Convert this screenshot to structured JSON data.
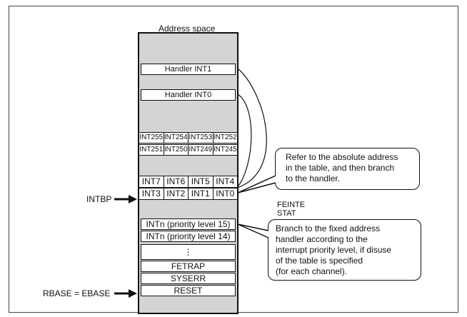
{
  "title": "Address space",
  "handlers": {
    "int1": "Handler INT1",
    "int0": "Handler INT0"
  },
  "grid_top": [
    [
      "INT255",
      "INT254",
      "INT253",
      "INT252"
    ],
    [
      "INT251",
      "INT250",
      "INT249",
      "INT245"
    ]
  ],
  "grid_bottom": [
    [
      "INT7",
      "INT6",
      "INT5",
      "INT4"
    ],
    [
      "INT3",
      "INT2",
      "INT1",
      "INT0"
    ]
  ],
  "priority_rows": [
    "INTn (priority level 15)",
    "INTn (priority level 14)",
    "⋮",
    "FETRAP",
    "SYSERR",
    "RESET"
  ],
  "labels": {
    "intbp": "INTBP",
    "rbase": "RBASE = EBASE",
    "feinte_line1": "FEINTE",
    "feinte_line2": "STAT"
  },
  "callouts": {
    "upper": [
      "Refer to the absolute address",
      "in the table, and then branch",
      "to the handler."
    ],
    "lower": [
      "Branch to the fixed address",
      "handler according to the",
      "interrupt priority level, if disuse",
      "of the table is specified",
      "(for each channel)."
    ]
  }
}
